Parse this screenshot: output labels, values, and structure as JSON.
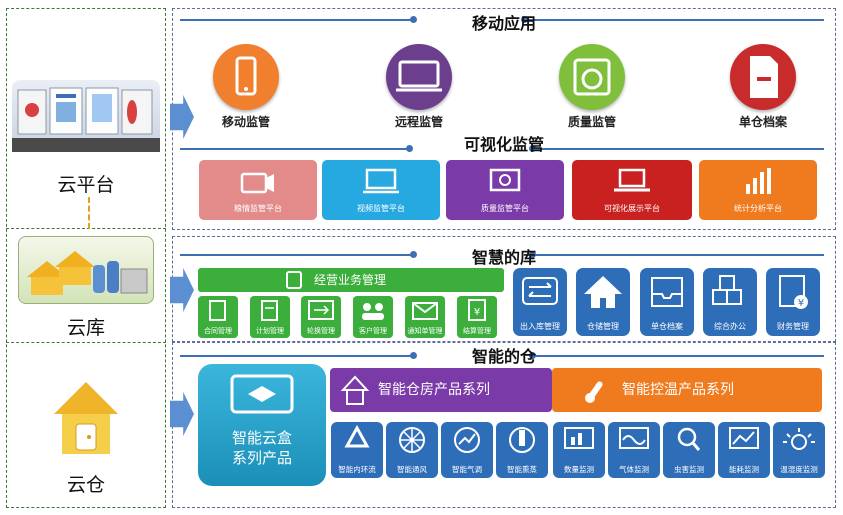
{
  "tiers": {
    "cloud_platform": "云平台",
    "cloud_library": "云库",
    "cloud_warehouse": "云仓"
  },
  "mobile": {
    "title": "移动应用",
    "items": [
      {
        "label": "移动监管",
        "color": "#f07f2e"
      },
      {
        "label": "远程监管",
        "color": "#6b3f8e"
      },
      {
        "label": "质量监管",
        "color": "#7fbf3c"
      },
      {
        "label": "单仓档案",
        "color": "#c72b2b"
      }
    ]
  },
  "visual": {
    "title": "可视化监管",
    "items": [
      {
        "label": "粮情监管平台",
        "color": "#e38a8a"
      },
      {
        "label": "视频监管平台",
        "color": "#26a9e0"
      },
      {
        "label": "质量监管平台",
        "color": "#7a3aa8"
      },
      {
        "label": "可视化展示平台",
        "color": "#c92020"
      },
      {
        "label": "统计分析平台",
        "color": "#f07a1e"
      }
    ]
  },
  "smart_lib": {
    "title": "智慧的库",
    "business": {
      "label": "经营业务管理",
      "items": [
        "合同管理",
        "计划管理",
        "轮换管理",
        "客户管理",
        "通知单管理",
        "结算管理"
      ]
    },
    "blue_items": [
      "出入库管理",
      "仓储管理",
      "单仓档案",
      "综合办公",
      "财务管理"
    ]
  },
  "smart_wh": {
    "title": "智能的仓",
    "box": {
      "line1": "智能云盒",
      "line2": "系列产品"
    },
    "purple_header": "智能仓房产品系列",
    "orange_header": "智能控温产品系列",
    "purple_items": [
      "智能内环流",
      "智能通风",
      "智能气调",
      "智能熏蒸"
    ],
    "orange_items": [
      "数量监测",
      "气体监测",
      "虫害监测",
      "能耗监测",
      "温湿度监测"
    ]
  },
  "colors": {
    "blue": "#2e6db8",
    "green": "#3cae3c",
    "purple": "#7a3aa8",
    "orange": "#f07a1e",
    "teal": "#2aa7c9"
  }
}
